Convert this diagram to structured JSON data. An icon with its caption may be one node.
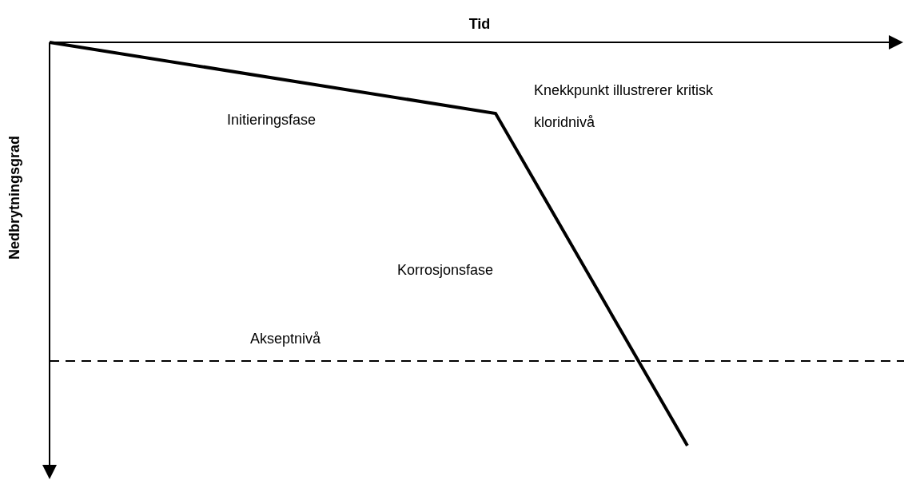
{
  "diagram": {
    "labels": [
      "Tid",
      "Knekkpunkt illustrerer kritisk kloridnivå",
      "Initieringsfase",
      "Nedbrytningsgrad",
      "Korrosjonsfase",
      "Akseptnivå"
    ]
  }
}
